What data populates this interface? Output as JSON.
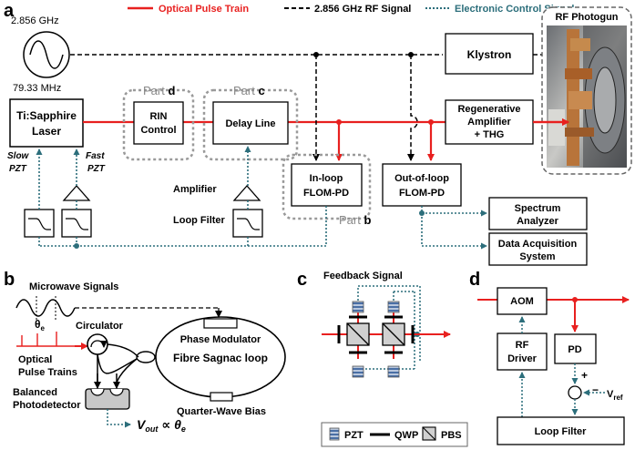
{
  "panels": {
    "a": "a",
    "b": "b",
    "c": "c",
    "d": "d"
  },
  "legend": {
    "optical": "Optical Pulse Train",
    "rf": "2.856 GHz RF Signal",
    "electronic": "Electronic Control Signal"
  },
  "colors": {
    "optical": "#e8201f",
    "rf": "#000000",
    "electronic": "#2c6e7b",
    "part_border": "#9a9a9a"
  },
  "panel_a": {
    "freq_top": "2.856 GHz",
    "freq_bottom": "79.33 MHz",
    "laser": [
      "Ti:Sapphire",
      "Laser"
    ],
    "rin": [
      "RIN",
      "Control"
    ],
    "delay": "Delay Line",
    "klystron": "Klystron",
    "regen": [
      "Regenerative",
      "Amplifier",
      "+ THG"
    ],
    "photogun": "RF Photogun",
    "inloop": [
      "In-loop",
      "FLOM-PD"
    ],
    "outloop": [
      "Out-of-loop",
      "FLOM-PD"
    ],
    "spectrum": [
      "Spectrum",
      "Analyzer"
    ],
    "daq": [
      "Data Acquisition",
      "System"
    ],
    "slow": [
      "Slow",
      "PZT"
    ],
    "fast": [
      "Fast",
      "PZT"
    ],
    "amplifier": "Amplifier",
    "loop_filter": "Loop Filter",
    "part_d": {
      "word": "Part ",
      "letter": "d"
    },
    "part_c": {
      "word": "Part ",
      "letter": "c"
    },
    "part_b": {
      "word": "Part ",
      "letter": "b"
    }
  },
  "panel_b": {
    "microwave": "Microwave Signals",
    "theta": "θ",
    "theta_sub": "e",
    "circulator": "Circulator",
    "optical": [
      "Optical",
      "Pulse Trains"
    ],
    "phase_mod": "Phase Modulator",
    "sagnac": "Fibre Sagnac loop",
    "qwb": "Quarter-Wave Bias",
    "bpd": [
      "Balanced",
      "Photodetector"
    ],
    "vout": "V",
    "vout_sub": "out",
    "prop": " ∝ θ",
    "prop_sub": "e"
  },
  "panel_c": {
    "feedback": "Feedback Signal",
    "pzt": "PZT",
    "qwp": "QWP",
    "pbs": "PBS"
  },
  "panel_d": {
    "aom": "AOM",
    "rf_driver": [
      "RF",
      "Driver"
    ],
    "pd": "PD",
    "plus": "+",
    "minus": "−",
    "vref": "V",
    "vref_sub": "ref",
    "loop_filter": "Loop Filter"
  }
}
